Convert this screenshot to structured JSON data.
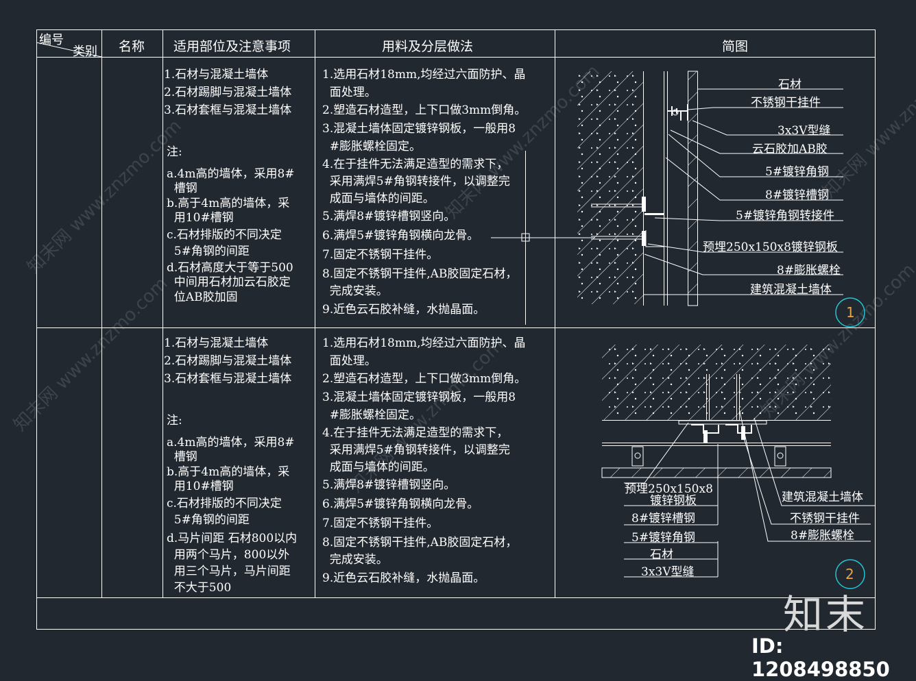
{
  "header": {
    "code": "编号",
    "category": "类别",
    "name": "名称",
    "scope": "适用部位及注意事项",
    "materials": "用料及分层做法",
    "sketch": "简图"
  },
  "rows": [
    {
      "scope_lines": [
        "1.石材与混凝土墙体",
        "2.石材踢脚与混凝土墙体",
        "3.石材套框与混凝土墙体",
        "注:",
        "a.4m高的墙体，采用8#",
        "  槽钢",
        "b.高于4m高的墙体，采",
        "  用10#槽钢",
        "c.石材排版的不同决定",
        "  5#角钢的间距",
        "d.石材高度大于等于500",
        "  中间用石材加云石胶定",
        "  位AB胶加固"
      ],
      "material_lines": [
        "1.选用石材18mm,均经过六面防护、晶",
        "  面处理。",
        "2.塑造石材造型，上下口做3mm倒角。",
        "3.混凝土墙体固定镀锌钢板，一般用8",
        "  #膨胀螺栓固定。",
        "4.在于挂件无法满足造型的需求下，",
        "  采用满焊5#角钢转接件，以调整完",
        "  成面与墙体的间距。",
        "5.满焊8#镀锌槽钢竖向。",
        "6.满焊5#镀锌角钢横向龙骨。",
        "7.固定不锈钢干挂件。",
        "8.固定不锈钢干挂件,AB胶固定石材，",
        "  完成安装。",
        "9.近色云石胶补缝，水抛晶面。"
      ],
      "diagram_labels": [
        "石材",
        "不锈钢干挂件",
        "3x3V型缝",
        "云石胶加AB胶",
        "5#镀锌角钢",
        "8#镀锌槽钢",
        "5#镀锌角钢转接件",
        "预埋250x150x8镀锌钢板",
        "8#膨胀螺栓",
        "建筑混凝土墙体"
      ],
      "badge": "1"
    },
    {
      "scope_lines": [
        "1.石材与混凝土墙体",
        "2.石材踢脚与混凝土墙体",
        "3.石材套框与混凝土墙体",
        "注:",
        "a.4m高的墙体，采用8#",
        "  槽钢",
        "b.高于4m高的墙体，采",
        "  用10#槽钢",
        "c.石材排版的不同决定",
        "  5#角钢的间距",
        "d.马片间距 石材800以内",
        "  用两个马片，800以外",
        "  用三个马片，马片间距",
        "  不大于500"
      ],
      "material_lines": [
        "1.选用石材18mm,均经过六面防护、晶",
        "  面处理。",
        "2.塑造石材造型，上下口做3mm倒角。",
        "3.混凝土墙体固定镀锌钢板，一般用8",
        "  #膨胀螺栓固定。",
        "4.在于挂件无法满足造型的需求下，",
        "  采用满焊5#角钢转接件，以调整完",
        "  成面与墙体的间距。",
        "5.满焊8#镀锌槽钢竖向。",
        "6.满焊5#镀锌角钢横向龙骨。",
        "7.固定不锈钢干挂件。",
        "8.固定不锈钢干挂件,AB胶固定石材，",
        "  完成安装。",
        "9.近色云石胶补缝，水抛晶面。"
      ],
      "diagram_labels_left": [
        "预埋250x150x8",
        "镀锌钢板",
        "8#镀锌槽钢",
        "5#镀锌角钢",
        "石材",
        "3x3V型缝"
      ],
      "diagram_labels_right": [
        "建筑混凝土墙体",
        "不锈钢干挂件",
        "8#膨胀螺栓"
      ],
      "badge": "2"
    }
  ],
  "watermark": {
    "logo": "知末",
    "id": "ID: 1208498850",
    "diagonal": "知末网 www.znzmo.com"
  },
  "colors": {
    "background": "#212830",
    "lines": "#ffffff",
    "badge1_text": "#e8a54a",
    "badge_ring": "#21c6d6"
  }
}
